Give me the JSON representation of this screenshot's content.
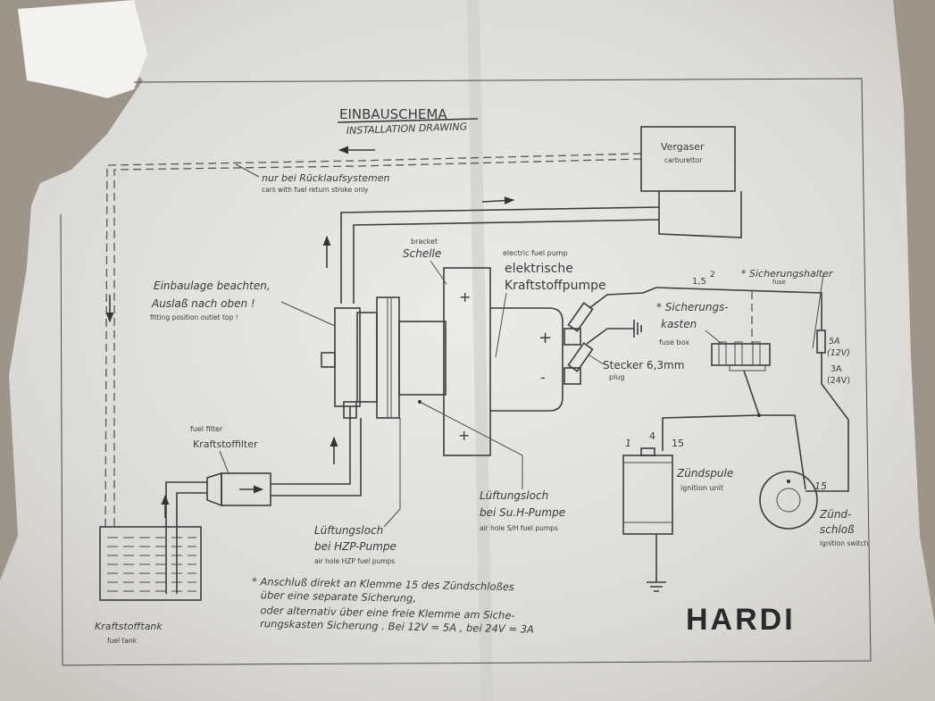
{
  "title": {
    "main": "EINBAUSCHEMA",
    "sub": "INSTALLATION DRAWING"
  },
  "carburettor": {
    "de": "Vergaser",
    "en": "carburettor"
  },
  "return_line": {
    "de": "nur bei Rücklaufsystemen",
    "en": "cars with fuel return stroke only"
  },
  "fitting": {
    "de1": "Einbaulage beachten,",
    "de2": "Auslaß nach oben !",
    "en": "fitting position outlet top !"
  },
  "bracket": {
    "en": "bracket",
    "de": "Schelle"
  },
  "pump": {
    "en": "electric fuel pump",
    "de1": "elektrische",
    "de2": "Kraftstoffpumpe",
    "plus": "+",
    "minus": "-"
  },
  "wire": {
    "size": "1,5",
    "sup": "2"
  },
  "fuse_holder": {
    "de": "* Sicherungshalter",
    "en": "fuse"
  },
  "fuse_box": {
    "de1": "* Sicherungs-",
    "de2": "kasten",
    "en": "fuse box"
  },
  "plug": {
    "de": "Stecker 6,3mm",
    "en": "plug"
  },
  "fuse_rating": {
    "a": "5A",
    "b": "(12V)",
    "c": "3A",
    "d": "(24V)"
  },
  "filter": {
    "en": "fuel filter",
    "de": "Kraftstoffilter"
  },
  "coil": {
    "t1": "1",
    "t4": "4",
    "t15": "15",
    "de": "Zündspule",
    "en": "ignition unit"
  },
  "switch": {
    "t15": "15",
    "de1": "Zünd-",
    "de2": "schloß",
    "en": "ignition switch"
  },
  "airhole_sh": {
    "de1": "Lüftungsloch",
    "de2": "bei Su.H-Pumpe",
    "en": "air  hole  S/H fuel pumps"
  },
  "airhole_hzp": {
    "de1": "Lüftungsloch",
    "de2": "bei HZP-Pumpe",
    "en": "air  hole HZP fuel pumps"
  },
  "tank": {
    "de": "Kraftstofftank",
    "en": "fuel tank"
  },
  "note": [
    "* Anschluß direkt an Klemme 15 des Zündschloßes",
    "über eine separate Sicherung,",
    "oder alternativ über eine freie Klemme am Siche-",
    "rungskasten  Sicherung . Bei 12V = 5A , bei 24V = 3A"
  ],
  "brand": "HARDI"
}
